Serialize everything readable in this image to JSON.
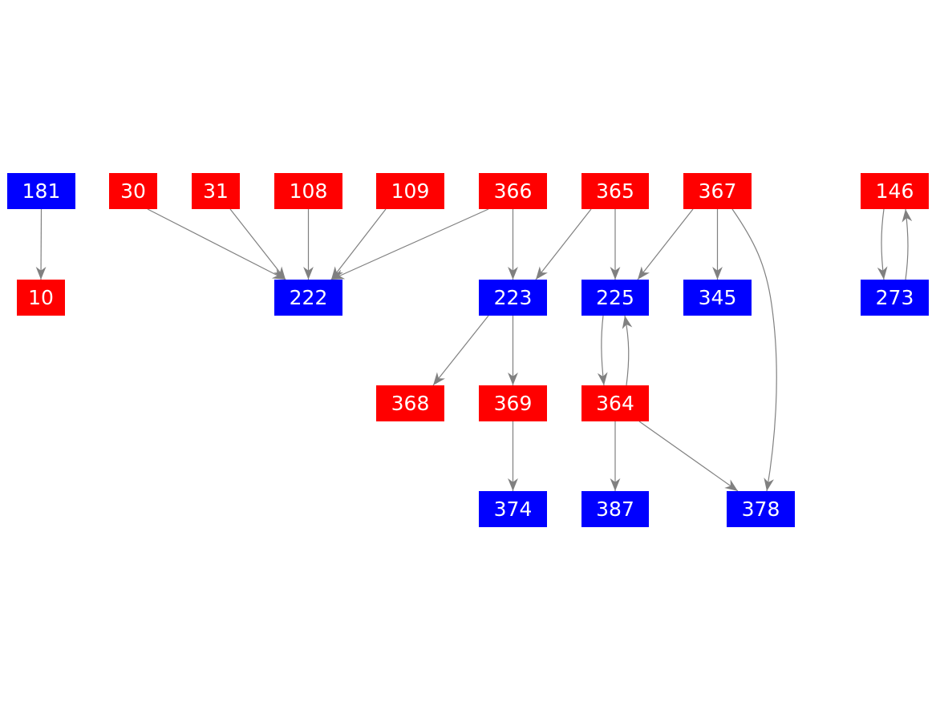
{
  "colors": {
    "red": "#ff0000",
    "blue": "#0000ff",
    "edge": "#808080"
  },
  "nodes": [
    {
      "id": "181",
      "color": "blue"
    },
    {
      "id": "30",
      "color": "red"
    },
    {
      "id": "31",
      "color": "red"
    },
    {
      "id": "108",
      "color": "red"
    },
    {
      "id": "109",
      "color": "red"
    },
    {
      "id": "366",
      "color": "red"
    },
    {
      "id": "365",
      "color": "red"
    },
    {
      "id": "367",
      "color": "red"
    },
    {
      "id": "146",
      "color": "red"
    },
    {
      "id": "10",
      "color": "red"
    },
    {
      "id": "222",
      "color": "blue"
    },
    {
      "id": "223",
      "color": "blue"
    },
    {
      "id": "225",
      "color": "blue"
    },
    {
      "id": "345",
      "color": "blue"
    },
    {
      "id": "273",
      "color": "blue"
    },
    {
      "id": "368",
      "color": "red"
    },
    {
      "id": "369",
      "color": "red"
    },
    {
      "id": "364",
      "color": "red"
    },
    {
      "id": "374",
      "color": "blue"
    },
    {
      "id": "387",
      "color": "blue"
    },
    {
      "id": "378",
      "color": "blue"
    }
  ],
  "edges": [
    [
      "181",
      "10"
    ],
    [
      "30",
      "222"
    ],
    [
      "31",
      "222"
    ],
    [
      "108",
      "222"
    ],
    [
      "109",
      "222"
    ],
    [
      "366",
      "222"
    ],
    [
      "366",
      "223"
    ],
    [
      "365",
      "223"
    ],
    [
      "365",
      "225"
    ],
    [
      "367",
      "225"
    ],
    [
      "367",
      "345"
    ],
    [
      "367",
      "378"
    ],
    [
      "146",
      "273"
    ],
    [
      "273",
      "146"
    ],
    [
      "223",
      "368"
    ],
    [
      "223",
      "369"
    ],
    [
      "225",
      "364"
    ],
    [
      "364",
      "225"
    ],
    [
      "369",
      "374"
    ],
    [
      "364",
      "387"
    ],
    [
      "364",
      "378"
    ]
  ]
}
